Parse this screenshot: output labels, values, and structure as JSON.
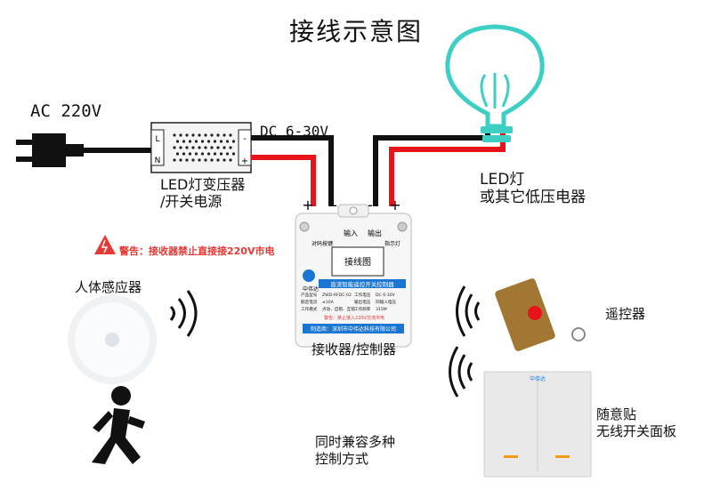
{
  "title": "接线示意图",
  "ac_label": "AC 220V",
  "dc_label": "DC 6-30V",
  "transformer": {
    "line1": "LED灯变压器",
    "line2": "/开关电源",
    "term_L": "L",
    "term_N": "N",
    "term_minus": "-",
    "term_plus": "+"
  },
  "lamp": {
    "line1": "LED灯",
    "line2": "或其它低压电器"
  },
  "polarity": {
    "in_plus": "+",
    "in_minus": "-",
    "out_minus": "-",
    "out_plus": "+"
  },
  "warning": "警告：接收器禁止直接接220V市电",
  "sensor_label": "人体感应器",
  "receiver": {
    "label": "接收器/控制器",
    "pair_btn": "对码按键",
    "indicator": "指示灯",
    "input": "输入",
    "output": "输出",
    "wiring": "接线图",
    "brand": "中伟达",
    "product_title": "直流智能遥控开关控制器",
    "specs": [
      [
        "产品型号",
        "ZWD-RFDC-02",
        "工作电压",
        "DC 6-30V"
      ],
      [
        "额定电流",
        "≤10A",
        "输出电压",
        "同输入电压"
      ],
      [
        "工作模式",
        "点动、自锁、互锁",
        "工作频率",
        "315M"
      ]
    ],
    "warn_small": "警告：禁止接入220V交流市电",
    "maker": "制造商：深圳市中伟达科技有限公司"
  },
  "remote_label": "遥控器",
  "panel": {
    "line1": "随意贴",
    "line2": "无线开关面板",
    "logo": "中伟达"
  },
  "compat": {
    "line1": "同时兼容多种",
    "line2": "控制方式"
  },
  "colors": {
    "wire_red": "#e8141b",
    "wire_black": "#111111",
    "accent_blue": "#1976d2",
    "warning_red": "#e53935",
    "lamp_teal": "#3ecfc4"
  }
}
